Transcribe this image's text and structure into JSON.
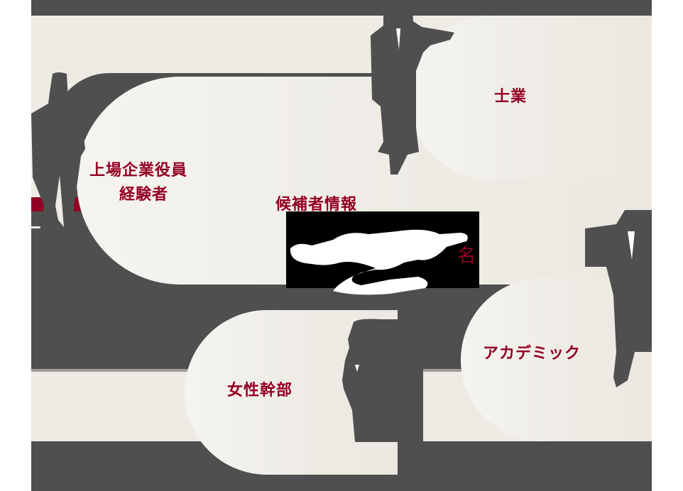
{
  "categories": [
    {
      "id": "executive",
      "label_line1": "上場企業役員",
      "label_line2": "経験者"
    },
    {
      "id": "professional",
      "label": "士業"
    },
    {
      "id": "female-executive",
      "label": "女性幹部"
    },
    {
      "id": "academic",
      "label": "アカデミック"
    }
  ],
  "center": {
    "heading": "候補者情報",
    "count_redacted": true,
    "unit": "名"
  },
  "colors": {
    "accent_red": "#940023",
    "dark_gray": "#4f4f4f",
    "cream": "#eeebe5",
    "text_red": "#940023"
  }
}
